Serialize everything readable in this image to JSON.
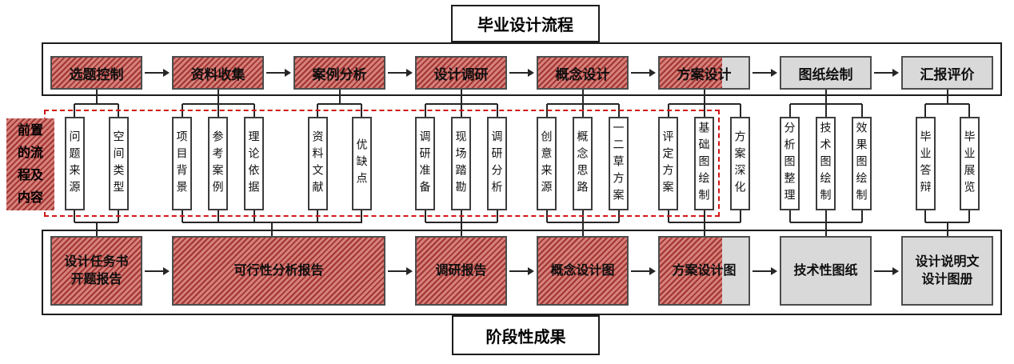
{
  "titles": {
    "top": "毕业设计流程",
    "bottom": "阶段性成果"
  },
  "side_label": {
    "text": "前置的流程及内容",
    "lines": [
      "前置",
      "的流",
      "程及",
      "内容"
    ]
  },
  "colors": {
    "hatch_dark": "#a23531",
    "hatch_light": "#d5807b",
    "gray_fill": "#d9d9d9",
    "line": "#262626",
    "dashed_red": "#d01616"
  },
  "stages": [
    {
      "label": "选题控制",
      "fill": "red",
      "columns": [
        "问题来源",
        "空间类型"
      ]
    },
    {
      "label": "资料收集",
      "fill": "red",
      "columns": [
        "项目背景",
        "参考案例",
        "理论依据"
      ]
    },
    {
      "label": "案例分析",
      "fill": "red",
      "columns": [
        "资料文献",
        "优缺点"
      ]
    },
    {
      "label": "设计调研",
      "fill": "red",
      "columns": [
        "调研准备",
        "现场踏勘",
        "调研分析"
      ]
    },
    {
      "label": "概念设计",
      "fill": "red",
      "columns": [
        "创意来源",
        "概念思路",
        "一二草方案"
      ]
    },
    {
      "label": "方案设计",
      "fill": "mixed",
      "columns": [
        "评定方案",
        "基础图绘制",
        "方案深化"
      ]
    },
    {
      "label": "图纸绘制",
      "fill": "gray",
      "columns": [
        "分析图整理",
        "技术图绘制",
        "效果图绘制"
      ]
    },
    {
      "label": "汇报评价",
      "fill": "gray",
      "columns": [
        "毕业答辩",
        "毕业展览"
      ]
    }
  ],
  "outputs": [
    {
      "lines": [
        "设计任务书",
        "开题报告"
      ],
      "fill": "red",
      "span": [
        0,
        0
      ]
    },
    {
      "lines": [
        "可行性分析报告"
      ],
      "fill": "red",
      "span": [
        1,
        2
      ]
    },
    {
      "lines": [
        "调研报告"
      ],
      "fill": "red",
      "span": [
        3,
        3
      ]
    },
    {
      "lines": [
        "概念设计图"
      ],
      "fill": "red",
      "span": [
        4,
        4
      ]
    },
    {
      "lines": [
        "方案设计图"
      ],
      "fill": "mixed",
      "span": [
        5,
        5
      ]
    },
    {
      "lines": [
        "技术性图纸"
      ],
      "fill": "gray",
      "span": [
        6,
        6
      ]
    },
    {
      "lines": [
        "设计说明文",
        "设计图册"
      ],
      "fill": "gray",
      "span": [
        7,
        7
      ]
    }
  ]
}
